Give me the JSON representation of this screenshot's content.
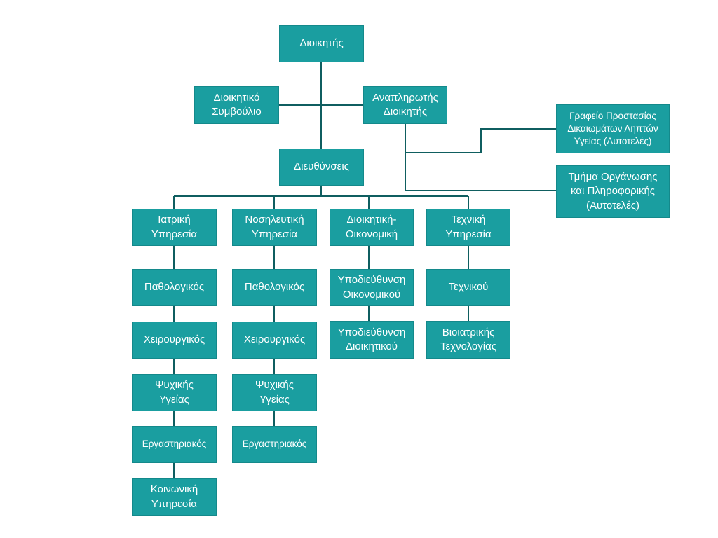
{
  "chart": {
    "nodes": [
      {
        "id": "director",
        "label": "Διοικητής"
      },
      {
        "id": "board",
        "label": "Διοικητικό\nΣυμβούλιο"
      },
      {
        "id": "deputy",
        "label": "Αναπληρωτής\nΔιοικητής"
      },
      {
        "id": "rights-office",
        "label": "Γραφείο Προστασίας\nΔικαιωμάτων Ληπτών\nΥγείας (Αυτοτελές)"
      },
      {
        "id": "it-dept",
        "label": "Τμήμα Οργάνωσης\nκαι Πληροφορικής\n(Αυτοτελές)"
      },
      {
        "id": "directorates",
        "label": "Διευθύνσεις"
      },
      {
        "id": "medical",
        "label": "Ιατρική\nΥπηρεσία"
      },
      {
        "id": "nursing",
        "label": "Νοσηλευτική\nΥπηρεσία"
      },
      {
        "id": "admin-econ",
        "label": "Διοικητική-\nΟικονομική"
      },
      {
        "id": "technical",
        "label": "Τεχνική\nΥπηρεσία"
      },
      {
        "id": "med-pathology",
        "label": "Παθολογικός"
      },
      {
        "id": "med-surgical",
        "label": "Χειρουργικός"
      },
      {
        "id": "med-mental",
        "label": "Ψυχικής\nΥγείας"
      },
      {
        "id": "med-lab",
        "label": "Εργαστηριακός"
      },
      {
        "id": "med-social",
        "label": "Κοινωνική\nΥπηρεσία"
      },
      {
        "id": "nur-pathology",
        "label": "Παθολογικός"
      },
      {
        "id": "nur-surgical",
        "label": "Χειρουργικός"
      },
      {
        "id": "nur-mental",
        "label": "Ψυχικής\nΥγείας"
      },
      {
        "id": "nur-lab",
        "label": "Εργαστηριακός"
      },
      {
        "id": "sub-econ",
        "label": "Υποδιεύθυνση\nΟικονομικού"
      },
      {
        "id": "sub-admin",
        "label": "Υποδιεύθυνση\nΔιοικητικού"
      },
      {
        "id": "tech-technical",
        "label": "Τεχνικού"
      },
      {
        "id": "tech-biomed",
        "label": "Βιοιατρικής\nΤεχνολογίας"
      }
    ],
    "edges": [
      [
        "director",
        "directorates"
      ],
      [
        "director",
        "board"
      ],
      [
        "director",
        "deputy"
      ],
      [
        "deputy",
        "rights-office"
      ],
      [
        "deputy",
        "it-dept"
      ],
      [
        "directorates",
        "medical"
      ],
      [
        "directorates",
        "nursing"
      ],
      [
        "directorates",
        "admin-econ"
      ],
      [
        "directorates",
        "technical"
      ],
      [
        "medical",
        "med-pathology"
      ],
      [
        "med-pathology",
        "med-surgical"
      ],
      [
        "med-surgical",
        "med-mental"
      ],
      [
        "med-mental",
        "med-lab"
      ],
      [
        "med-lab",
        "med-social"
      ],
      [
        "nursing",
        "nur-pathology"
      ],
      [
        "nur-pathology",
        "nur-surgical"
      ],
      [
        "nur-surgical",
        "nur-mental"
      ],
      [
        "nur-mental",
        "nur-lab"
      ],
      [
        "admin-econ",
        "sub-econ"
      ],
      [
        "sub-econ",
        "sub-admin"
      ],
      [
        "technical",
        "tech-technical"
      ],
      [
        "tech-technical",
        "tech-biomed"
      ]
    ]
  }
}
